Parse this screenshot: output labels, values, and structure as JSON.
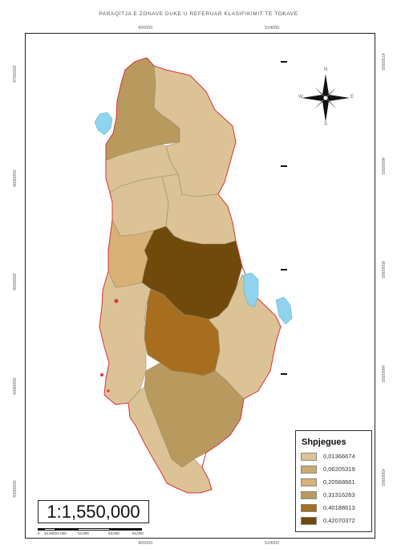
{
  "map": {
    "title": "PARAQITJA E ZONAVE DUKE U REFERUAR KLASIFIKIMIT TE TOKAVE",
    "scale_ratio": "1:1,550,000",
    "scale_bar_labels": [
      "0",
      "10,500",
      "21,000",
      "42,000",
      "63,000",
      "84,000"
    ],
    "coords": {
      "top": [
        "400000",
        "524000"
      ],
      "bottom": [
        "400000",
        "524000"
      ],
      "left": [
        "4700000",
        "4600000",
        "4500000",
        "4400000",
        "4300000"
      ],
      "right": [
        "4700000",
        "4600000",
        "4500000",
        "4400000",
        "4300000"
      ]
    },
    "north_arrow": {
      "n": "N",
      "s": "S",
      "e": "E",
      "w": "W"
    },
    "legend": {
      "title": "Shpjegues",
      "items": [
        {
          "label": "0,01366674",
          "color": "#dbc395"
        },
        {
          "label": "0,06205319",
          "color": "#c9aa72"
        },
        {
          "label": "0,20568661",
          "color": "#d8b177"
        },
        {
          "label": "0,31316263",
          "color": "#b89a5e"
        },
        {
          "label": "0,40188613",
          "color": "#a66e1e"
        },
        {
          "label": "0,42070372",
          "color": "#6f4a0b"
        }
      ]
    },
    "colors": {
      "border": "#e0303a",
      "lakes": "#8fd3ec"
    }
  }
}
